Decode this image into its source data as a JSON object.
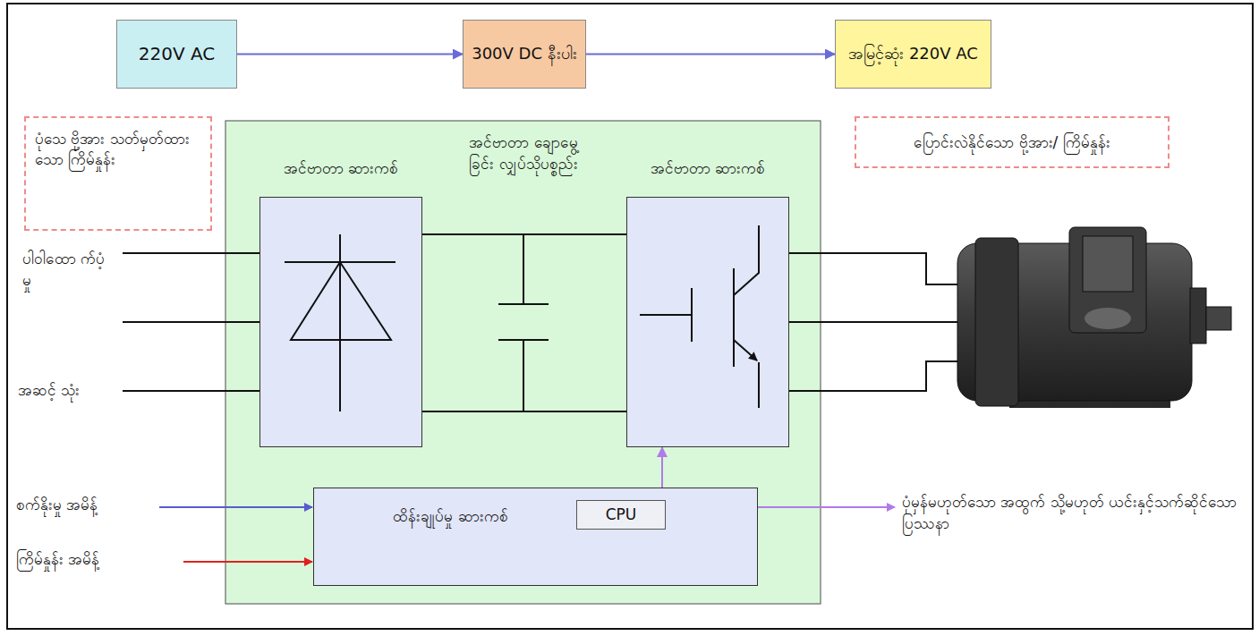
{
  "diagram": {
    "nodes": [
      {
        "text": [
          "220V AC"
        ]
      },
      {
        "text": [
          "300V DC နီးပါး"
        ]
      },
      {
        "text": [
          "အမြင့်ဆုံး 220V AC"
        ]
      },
      {
        "text": [
          "ပုံသေ ဗို့အား သတ်မှတ်ထားသော ကြိမ်နှုန်း"
        ]
      },
      {
        "text": [
          "ပြောင်းလဲနိုင်သော ဗို့အား/ ကြိမ်နှုန်း"
        ]
      },
      {
        "text": [
          "အင်ဗာတာ ဆားကစ်"
        ]
      },
      {
        "text": [
          "အင်ဗာတာ ဆားကစ်"
        ]
      },
      {
        "text": [
          "ထိန်းချုပ်မှု ဆားကစ်"
        ]
      },
      {
        "text": [
          "CPU"
        ],
        "in": 7
      }
    ],
    "edges": [
      {
        "from": 0,
        "to": 1,
        "arrow": "to"
      },
      {
        "from": 1,
        "to": 2,
        "arrow": "to"
      },
      {
        "from": 5,
        "to": 6,
        "arrow": "none"
      },
      {
        "from": 5,
        "to": 6,
        "arrow": "none"
      },
      {
        "from": 7,
        "to": 6,
        "arrow": "to"
      }
    ],
    "labels": [
      "ပါဝါထော က်ပံ့မှု",
      "အဆင့် သုံး",
      "အင်ဗာတာ ချောမွေ့ခြင်း လျှပ်သိုပစ္စည်း",
      "စက်နိုးမှု အမိန့်",
      "ကြိမ်နှုန်း အမိန့်",
      "ပုံမှန်မဟုတ်သော အထွက် သို့မဟုတ် ယင်းနှင့်သက်ဆိုင်သော ပြဿနာ"
    ]
  }
}
